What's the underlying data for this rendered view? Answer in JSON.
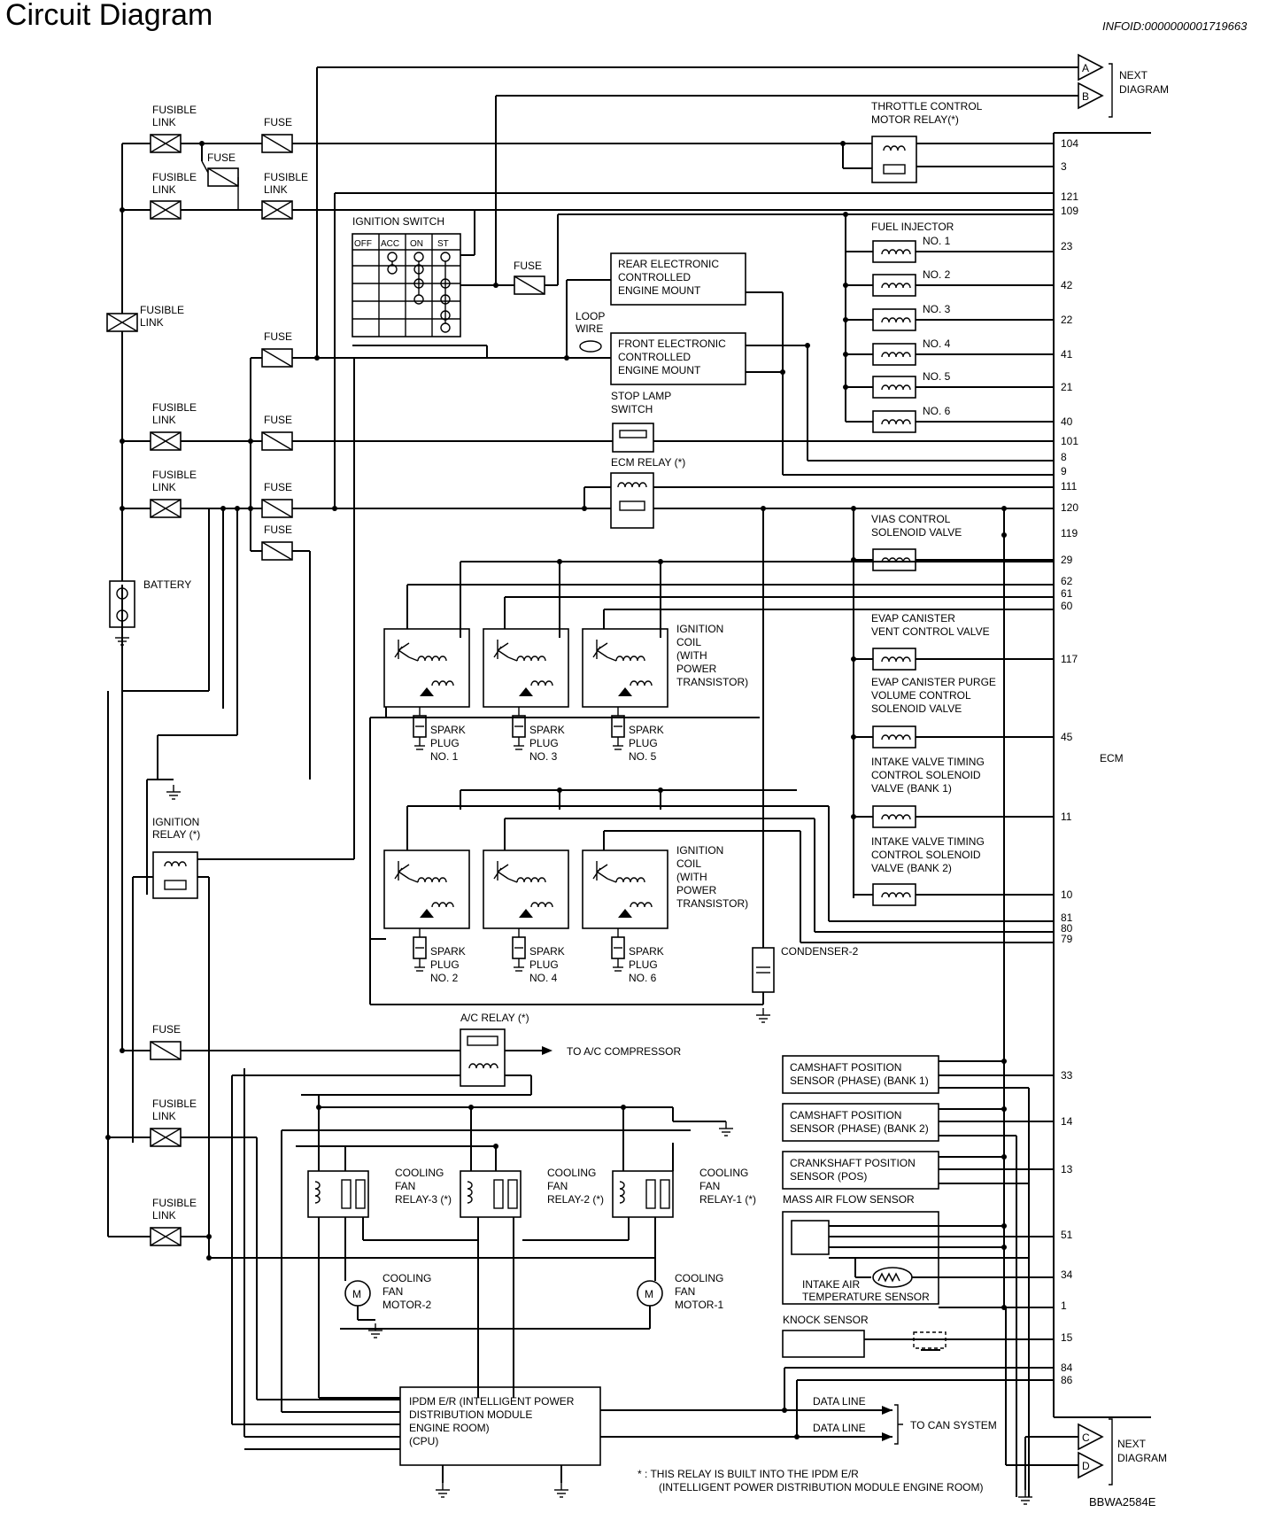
{
  "header": {
    "title": "Circuit Diagram",
    "info_id": "INFOID:0000000001719663"
  },
  "footer": {
    "code": "BBWA2584E",
    "note_line1": "* : THIS RELAY IS BUILT INTO THE IPDM E/R",
    "note_line2": "(INTELLIGENT POWER DISTRIBUTION MODULE ENGINE ROOM)"
  },
  "connectors": {
    "top": {
      "a": "A",
      "b": "B",
      "label_1": "NEXT",
      "label_2": "DIAGRAM"
    },
    "bottom": {
      "c": "C",
      "d": "D",
      "label_1": "NEXT",
      "label_2": "DIAGRAM"
    }
  },
  "power": {
    "fusible_link_1": "FUSIBLE",
    "fusible_link_2": "LINK",
    "fuse": "FUSE",
    "battery": "BATTERY",
    "ignition_switch": {
      "title": "IGNITION SWITCH",
      "columns": [
        "OFF",
        "ACC",
        "ON",
        "ST"
      ]
    },
    "loop_wire_1": "LOOP",
    "loop_wire_2": "WIRE",
    "ignition_relay_1": "IGNITION",
    "ignition_relay_2": "RELAY (*)"
  },
  "components": {
    "throttle_relay_1": "THROTTLE CONTROL",
    "throttle_relay_2": "MOTOR RELAY(*)",
    "rear_mount": [
      "REAR ELECTRONIC",
      "CONTROLLED",
      "ENGINE MOUNT"
    ],
    "front_mount": [
      "FRONT ELECTRONIC",
      "CONTROLLED",
      "ENGINE MOUNT"
    ],
    "stop_lamp": [
      "STOP LAMP",
      "SWITCH"
    ],
    "ecm_relay": "ECM RELAY (*)",
    "fuel_injector": "FUEL INJECTOR",
    "injector_numbers": [
      "NO. 1",
      "NO. 2",
      "NO. 3",
      "NO. 4",
      "NO. 5",
      "NO. 6"
    ],
    "vias": [
      "VIAS CONTROL",
      "SOLENOID VALVE"
    ],
    "evap_vent": [
      "EVAP CANISTER",
      "VENT CONTROL VALVE"
    ],
    "evap_purge": [
      "EVAP CANISTER PURGE",
      "VOLUME CONTROL",
      "SOLENOID VALVE"
    ],
    "ivt_bank1": [
      "INTAKE VALVE TIMING",
      "CONTROL SOLENOID",
      "VALVE (BANK 1)"
    ],
    "ivt_bank2": [
      "INTAKE VALVE TIMING",
      "CONTROL SOLENOID",
      "VALVE (BANK 2)"
    ],
    "ignition_coil": [
      "IGNITION",
      "COIL",
      "(WITH",
      "POWER",
      "TRANSISTOR)"
    ],
    "spark_plug_1": "SPARK",
    "spark_plug_2": "PLUG",
    "spark_numbers_top": [
      "NO. 1",
      "NO. 3",
      "NO. 5"
    ],
    "spark_numbers_bottom": [
      "NO. 2",
      "NO. 4",
      "NO. 6"
    ],
    "condenser": "CONDENSER-2",
    "ac_relay": "A/C RELAY (*)",
    "ac_compressor": "TO A/C COMPRESSOR",
    "cooling_fan_relay": [
      "COOLING",
      "FAN"
    ],
    "relay_numbers": [
      "RELAY-3 (*)",
      "RELAY-2 (*)",
      "RELAY-1 (*)"
    ],
    "cooling_fan_motor": [
      "COOLING",
      "FAN"
    ],
    "motor_numbers": [
      "MOTOR-2",
      "MOTOR-1"
    ],
    "motor_symbol": "M",
    "cam_bank1": [
      "CAMSHAFT POSITION",
      "SENSOR (PHASE) (BANK 1)"
    ],
    "cam_bank2": [
      "CAMSHAFT POSITION",
      "SENSOR (PHASE) (BANK 2)"
    ],
    "crank": [
      "CRANKSHAFT POSITION",
      "SENSOR (POS)"
    ],
    "maf": "MASS AIR FLOW SENSOR",
    "iat": [
      "INTAKE AIR",
      "TEMPERATURE SENSOR"
    ],
    "knock": "KNOCK SENSOR",
    "ipdm": [
      "IPDM E/R (INTELLIGENT POWER",
      "DISTRIBUTION MODULE",
      "ENGINE ROOM)",
      "(CPU)"
    ],
    "data_line": "DATA LINE",
    "can_system": "TO CAN SYSTEM",
    "ecm": "ECM"
  },
  "ecm_pins": [
    "104",
    "3",
    "121",
    "109",
    "23",
    "42",
    "22",
    "41",
    "21",
    "40",
    "101",
    "8",
    "9",
    "111",
    "120",
    "119",
    "29",
    "62",
    "61",
    "60",
    "117",
    "45",
    "11",
    "10",
    "81",
    "80",
    "79",
    "33",
    "14",
    "13",
    "51",
    "34",
    "1",
    "15",
    "84",
    "86"
  ]
}
